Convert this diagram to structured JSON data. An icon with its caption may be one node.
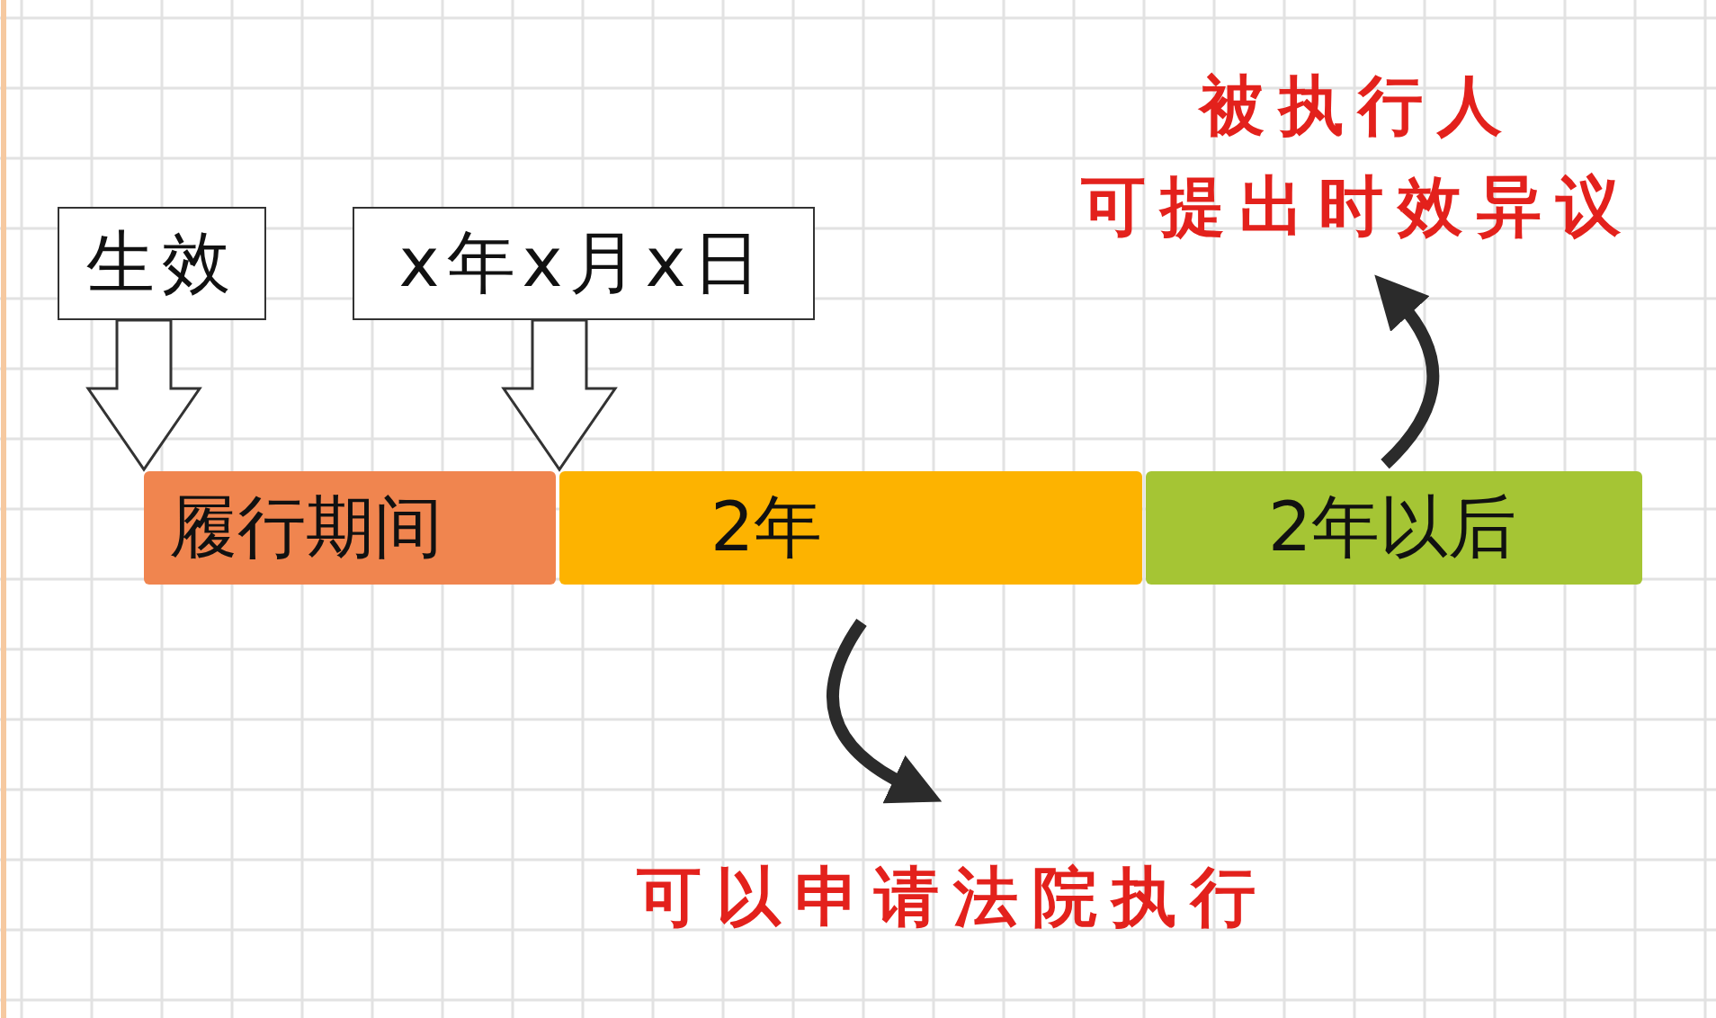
{
  "diagram": {
    "nodes": [
      {
        "text": [
          "生效"
        ]
      },
      {
        "text": [
          "x年x月x日"
        ]
      },
      {
        "text": [
          "履行期间"
        ]
      },
      {
        "text": [
          "2年"
        ]
      },
      {
        "text": [
          "2年以后"
        ]
      },
      {
        "text": [
          "被执行人可提出时效异议"
        ]
      },
      {
        "text": [
          "可以申请法院执行"
        ]
      }
    ],
    "edges": [
      {
        "from": 0,
        "to": 2,
        "arrow": "to"
      },
      {
        "from": 1,
        "to": 3,
        "arrow": "to"
      },
      {
        "from": 4,
        "to": 5,
        "arrow": "to"
      },
      {
        "from": 3,
        "to": 6,
        "arrow": "to"
      }
    ]
  }
}
